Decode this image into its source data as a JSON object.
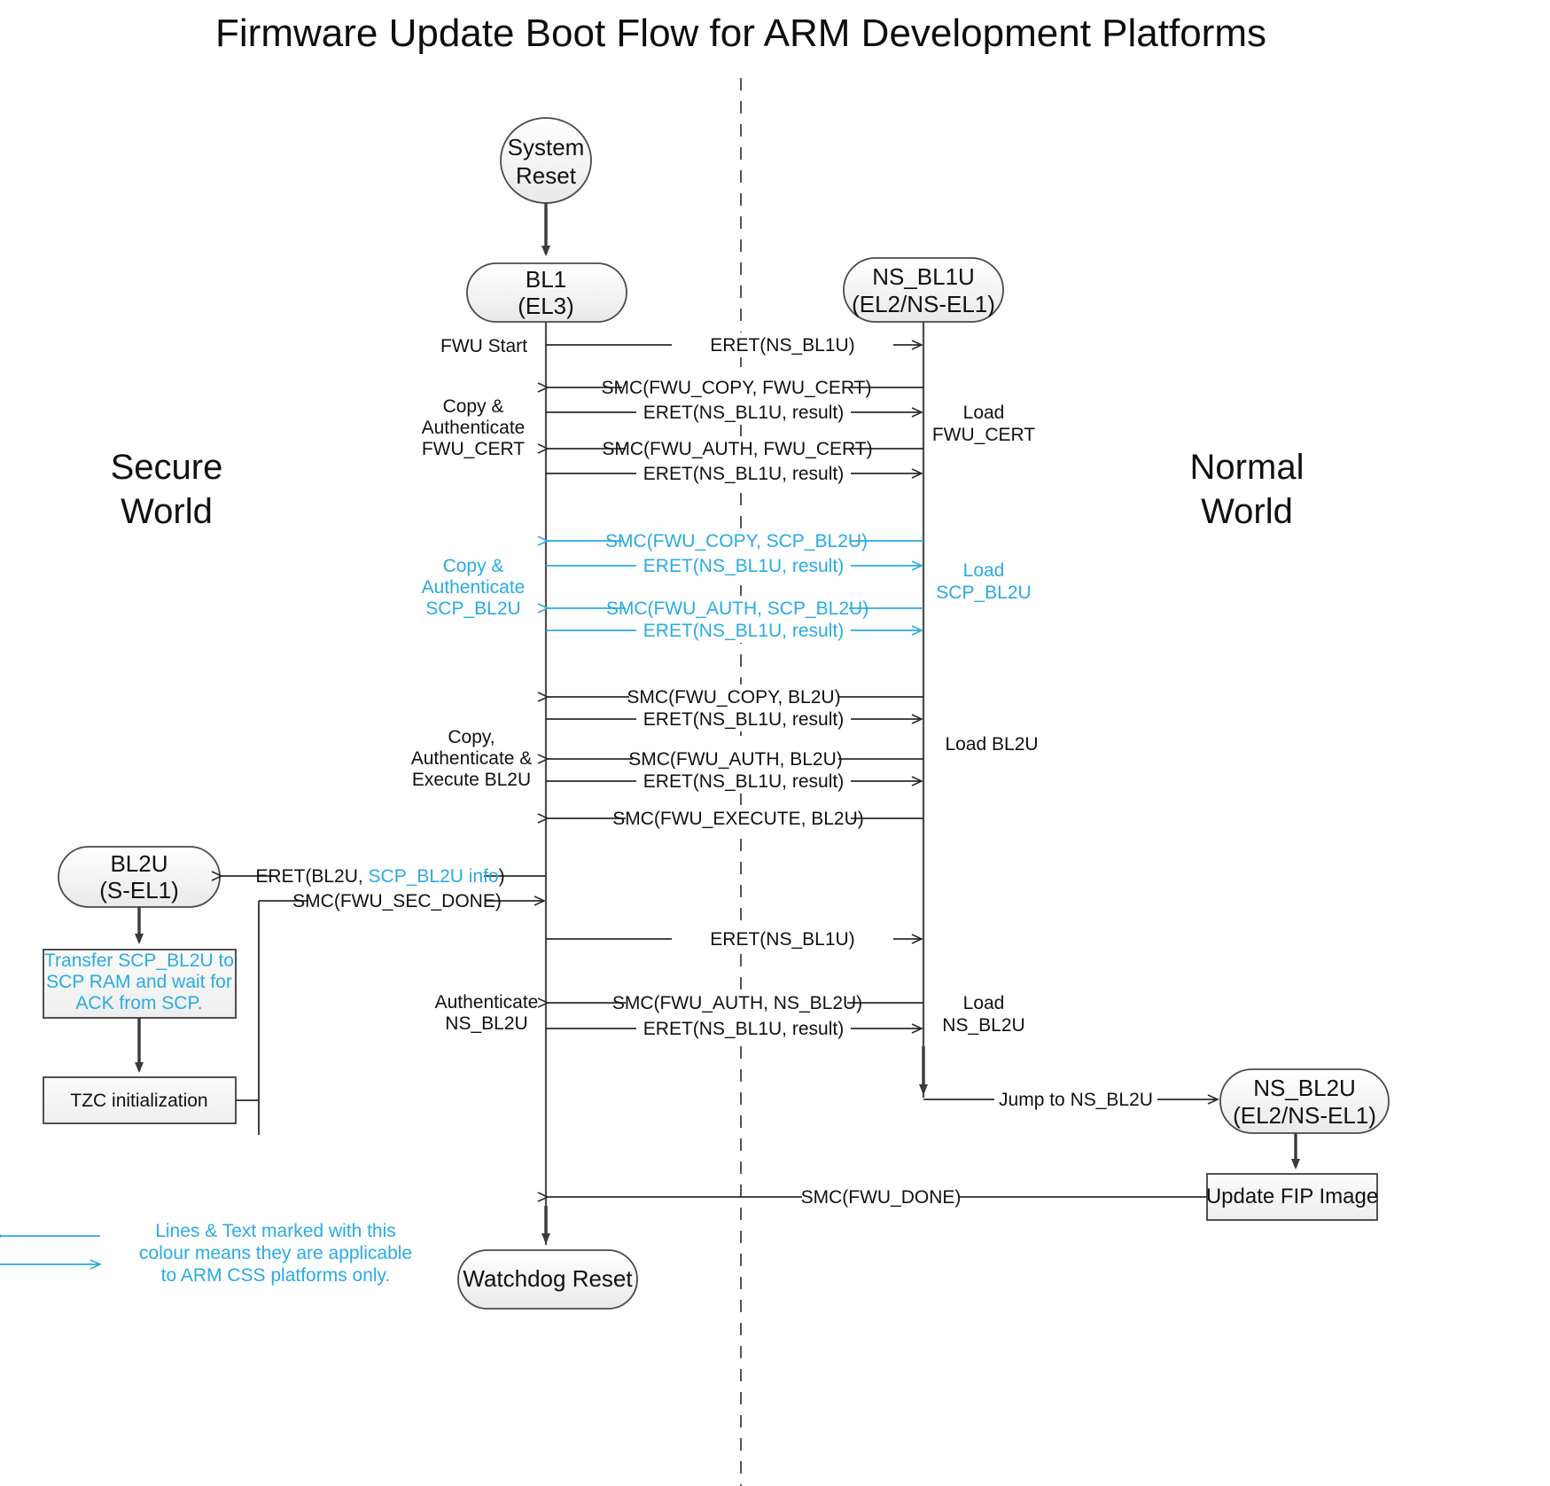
{
  "title": "Firmware Update Boot Flow for ARM Development Platforms",
  "colors": {
    "css_blue": "#29ABE2",
    "line_dark": "#2b2b2b",
    "text": "#111111",
    "node_fill_top": "#ffffff",
    "node_fill_bottom": "#ededed"
  },
  "worlds": {
    "secure_line1": "Secure",
    "secure_line2": "World",
    "normal_line1": "Normal",
    "normal_line2": "World"
  },
  "nodes": {
    "system_reset_line1": "System",
    "system_reset_line2": "Reset",
    "bl1_line1": "BL1",
    "bl1_line2": "(EL3)",
    "ns_bl1u_line1": "NS_BL1U",
    "ns_bl1u_line2": "(EL2/NS-EL1)",
    "bl2u_line1": "BL2U",
    "bl2u_line2": "(S-EL1)",
    "ns_bl2u_line1": "NS_BL2U",
    "ns_bl2u_line2": "(EL2/NS-EL1)",
    "watchdog_reset": "Watchdog Reset",
    "transfer_box_line1": "Transfer SCP_BL2U to",
    "transfer_box_line2": "SCP RAM and wait for",
    "transfer_box_line3": "ACK from SCP.",
    "tzc_box": "TZC initialization",
    "update_fip_box": "Update FIP Image"
  },
  "messages": {
    "m1": "ERET(NS_BL1U)",
    "m2": "SMC(FWU_COPY, FWU_CERT)",
    "m3": "ERET(NS_BL1U, result)",
    "m4": "SMC(FWU_AUTH, FWU_CERT)",
    "m5": "ERET(NS_BL1U, result)",
    "m6": "SMC(FWU_COPY, SCP_BL2U)",
    "m7": "ERET(NS_BL1U, result)",
    "m8": "SMC(FWU_AUTH, SCP_BL2U)",
    "m9": "ERET(NS_BL1U, result)",
    "m10": "SMC(FWU_COPY, BL2U)",
    "m11": "ERET(NS_BL1U, result)",
    "m12": "SMC(FWU_AUTH, BL2U)",
    "m13": "ERET(NS_BL1U, result)",
    "m14": "SMC(FWU_EXECUTE, BL2U)",
    "m15_part1": "ERET(BL2U, ",
    "m15_part2": "SCP_BL2U info",
    "m15_part3": ")",
    "m16": "SMC(FWU_SEC_DONE)",
    "m17": "ERET(NS_BL1U)",
    "m18": "SMC(FWU_AUTH, NS_BL2U)",
    "m19": "ERET(NS_BL1U, result)",
    "m20": "Jump to NS_BL2U",
    "m21": "SMC(FWU_DONE)"
  },
  "annotations": {
    "left_1": "FWU Start",
    "left_2_line1": "Copy &",
    "left_2_line2": "Authenticate",
    "left_2_line3": "FWU_CERT",
    "left_3_line1": "Copy &",
    "left_3_line2": "Authenticate",
    "left_3_line3": "SCP_BL2U",
    "left_4_line1": "Copy,",
    "left_4_line2": "Authenticate &",
    "left_4_line3": "Execute BL2U",
    "left_5_line1": "Authenticate",
    "left_5_line2": "NS_BL2U",
    "right_1_line1": "Load",
    "right_1_line2": "FWU_CERT",
    "right_2_line1": "Load",
    "right_2_line2": "SCP_BL2U",
    "right_3": "Load BL2U",
    "right_4_line1": "Load",
    "right_4_line2": "NS_BL2U"
  },
  "legend": {
    "line1": "Lines & Text marked with this",
    "line2": "colour means they are applicable",
    "line3": "to ARM CSS platforms only."
  }
}
